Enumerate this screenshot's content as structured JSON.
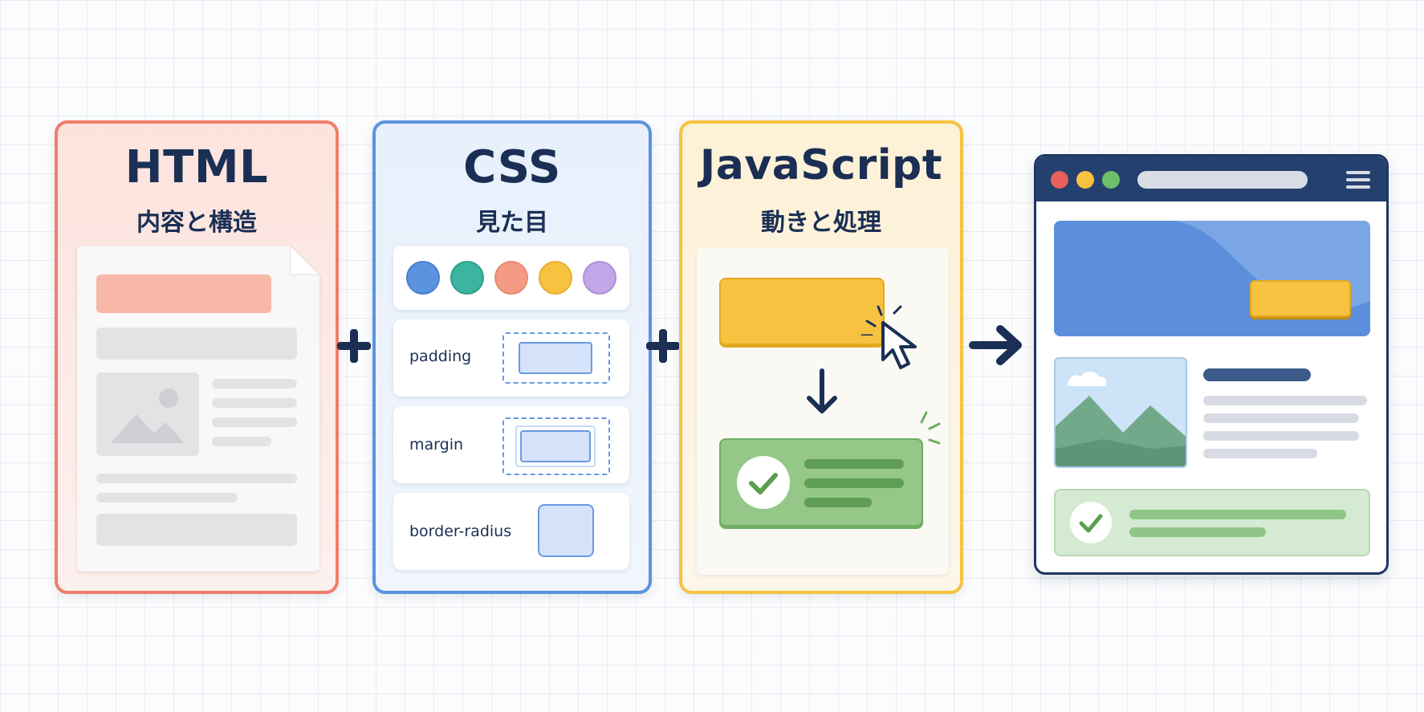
{
  "html_panel": {
    "title": "HTML",
    "subtitle": "内容と構造"
  },
  "css_panel": {
    "title": "CSS",
    "subtitle": "見た目",
    "palette": [
      "#5b93e0",
      "#3bb5a0",
      "#f59a85",
      "#f6c240",
      "#c3a6e8"
    ],
    "properties": [
      "padding",
      "margin",
      "border-radius"
    ]
  },
  "js_panel": {
    "title": "JavaScript",
    "subtitle": "動きと処理"
  },
  "operators": {
    "plus_1": "plus-icon",
    "plus_2": "plus-icon",
    "result_arrow": "arrow-right-icon"
  },
  "colors": {
    "html_accent": "#ef7f6c",
    "css_accent": "#5b93e0",
    "js_accent": "#f6c240",
    "success": "#6fae62",
    "navy": "#1b2f55"
  }
}
